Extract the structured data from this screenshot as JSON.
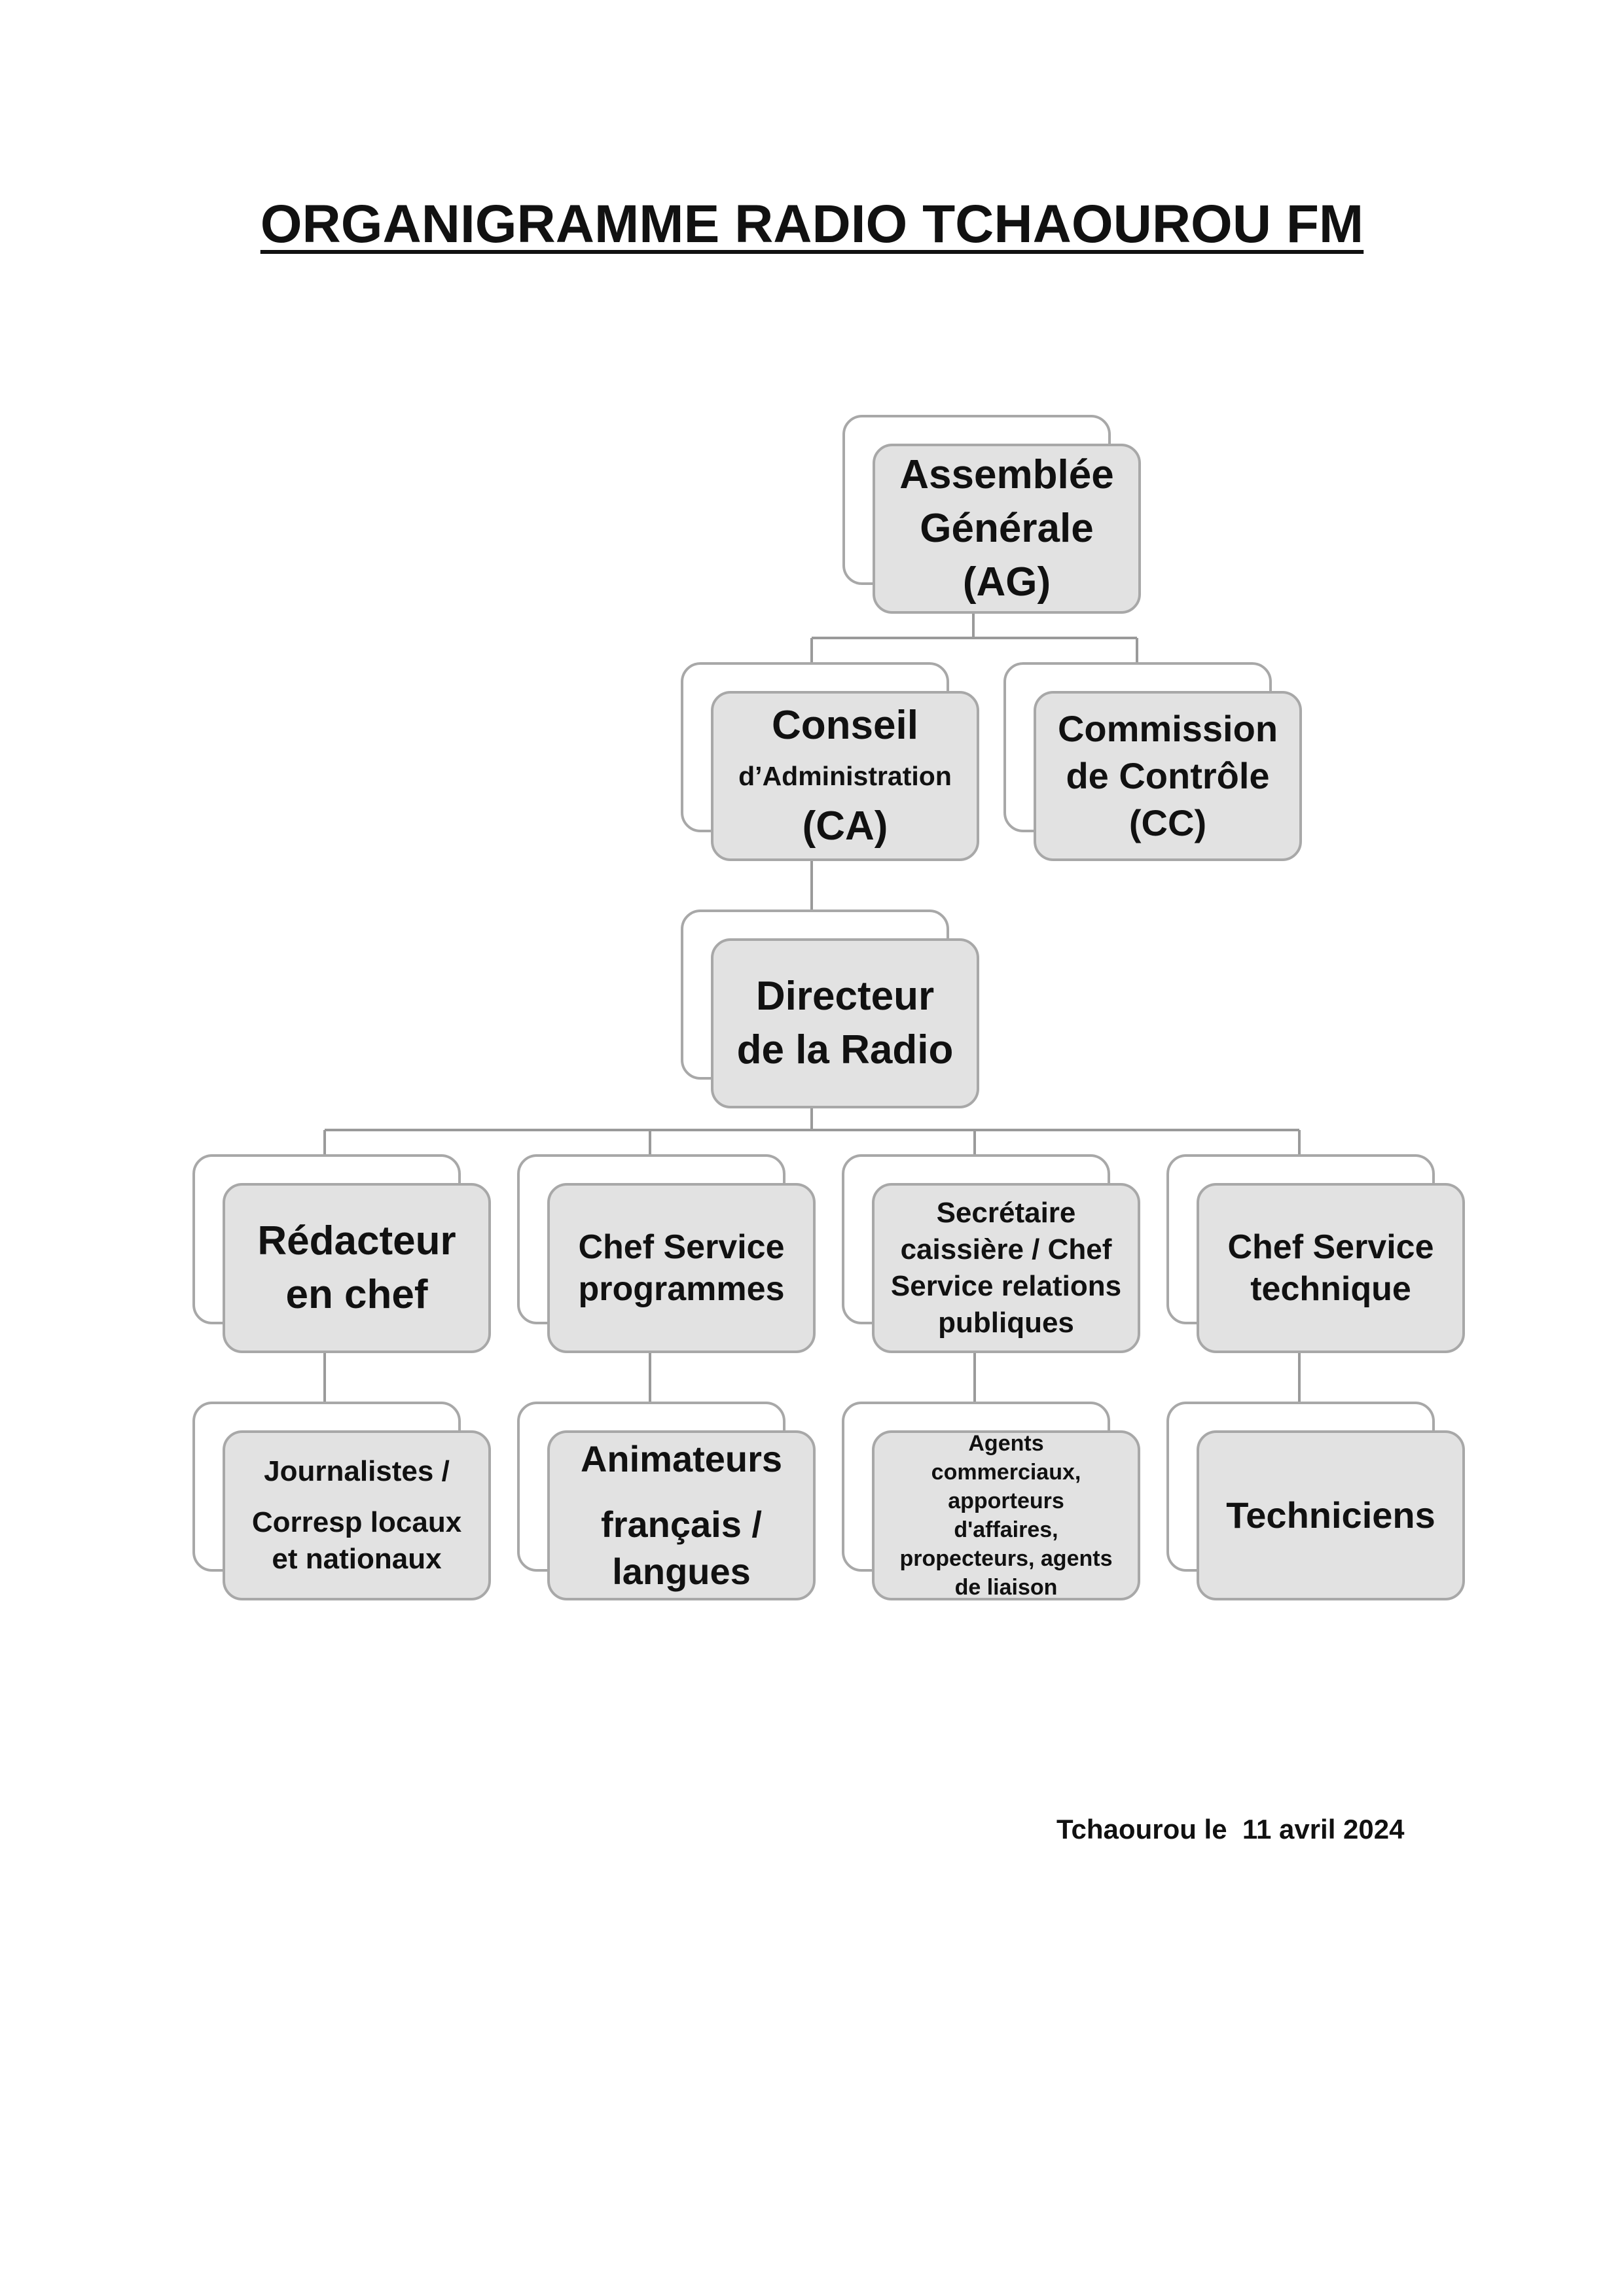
{
  "title": "ORGANIGRAMME RADIO TCHAOUROU FM",
  "nodes": {
    "ag": {
      "lines": [
        "Assemblée",
        "Générale",
        "(AG)"
      ]
    },
    "ca": {
      "lines": [
        "Conseil",
        "d’Administration",
        "(CA)"
      ]
    },
    "cc": {
      "lines": [
        "Commission",
        "de Contrôle",
        "(CC)"
      ]
    },
    "directeur": {
      "lines": [
        "Directeur",
        "de la Radio"
      ]
    },
    "redacteur": {
      "lines": [
        "Rédacteur",
        "en chef"
      ]
    },
    "chef_programmes": {
      "lines": [
        "Chef Service",
        "programmes"
      ]
    },
    "secretaire": {
      "lines": [
        "Secrétaire",
        "caissière / Chef",
        "Service  relations",
        "publiques"
      ]
    },
    "chef_technique": {
      "lines": [
        "Chef Service",
        "technique"
      ]
    },
    "journalistes": {
      "lines": [
        "Journalistes /",
        "Corresp locaux",
        "et nationaux"
      ]
    },
    "animateurs": {
      "lines": [
        "Animateurs",
        "français /",
        "langues"
      ]
    },
    "agents": {
      "lines": [
        "Agents",
        "commerciaux,",
        "apporteurs",
        "d'affaires,",
        "propecteurs, agents",
        "de liaison"
      ]
    },
    "techniciens": {
      "lines": [
        "Techniciens"
      ]
    }
  },
  "signature": "Tchaourou le  11 avril 2024",
  "colors": {
    "box_fill": "#e2e2e2",
    "box_border": "#a8a8a8",
    "connector": "#9a9a9a",
    "text": "#111111"
  }
}
